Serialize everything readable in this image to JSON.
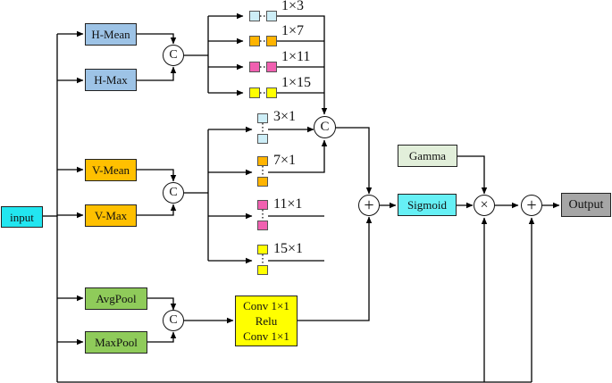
{
  "nodes": {
    "input": "input",
    "h_mean": "H-Mean",
    "h_max": "H-Max",
    "v_mean": "V-Mean",
    "v_max": "V-Max",
    "avgpool": "AvgPool",
    "maxpool": "MaxPool",
    "conv_line1": "Conv 1×1",
    "conv_line2": "Relu",
    "conv_line3": "Conv 1×1",
    "gamma": "Gamma",
    "sigmoid": "Sigmoid",
    "output": "Output"
  },
  "ops": {
    "concat": "C",
    "add": "+",
    "multiply": "×"
  },
  "kernels": {
    "horizontal": [
      "1×3",
      "1×7",
      "1×11",
      "1×15"
    ],
    "vertical": [
      "3×1",
      "7×1",
      "11×1",
      "15×1"
    ]
  },
  "colors": {
    "input": "#22e6f0",
    "h_branch": "#9dc3e6",
    "v_branch": "#ffc000",
    "pool_branch": "#8fcb5a",
    "conv_block": "#ffff00",
    "gamma": "#e2efda",
    "sigmoid": "#66f0f5",
    "output": "#a6a6a6",
    "kernel_cyan": "#cdeef7",
    "kernel_orange": "#ffb400",
    "kernel_pink": "#f060b0",
    "kernel_yellow": "#ffff00"
  }
}
